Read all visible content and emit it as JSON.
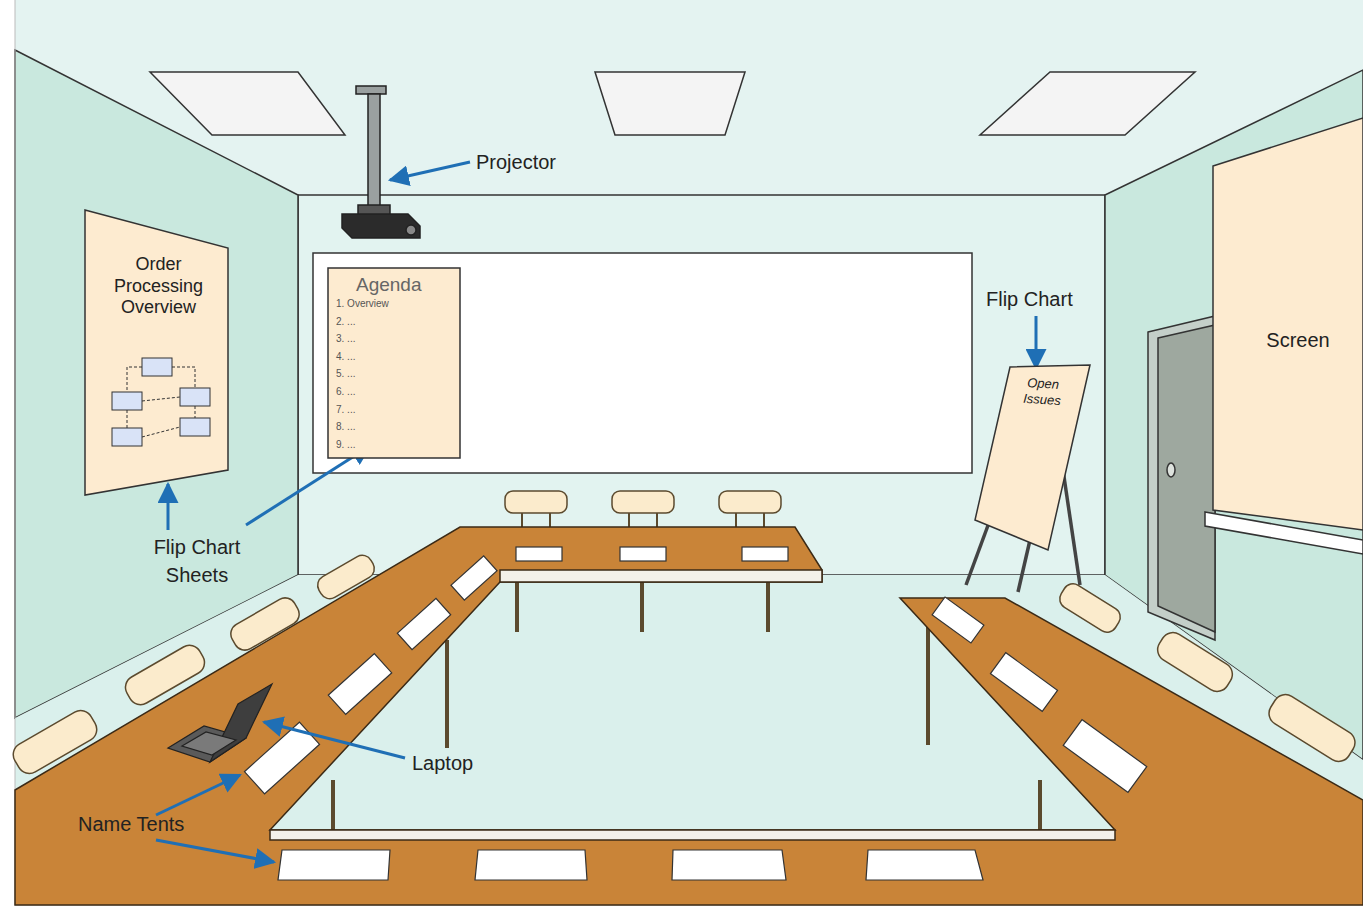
{
  "diagram": {
    "nodes": [
      {
        "text": [
          "Order Processing Overview"
        ]
      },
      {
        "text": [
          "Agenda",
          "1. Overview",
          "2. ...",
          "3. ...",
          "4. ...",
          "5. ...",
          "6. ...",
          "7. ...",
          "8. ...",
          "9. ..."
        ]
      },
      {
        "text": [
          "Open Issues"
        ]
      },
      {
        "text": [
          "Screen"
        ]
      }
    ],
    "labels": [
      "Projector",
      "Flip Chart",
      "Flip Chart Sheets",
      "Laptop",
      "Name Tents"
    ]
  }
}
